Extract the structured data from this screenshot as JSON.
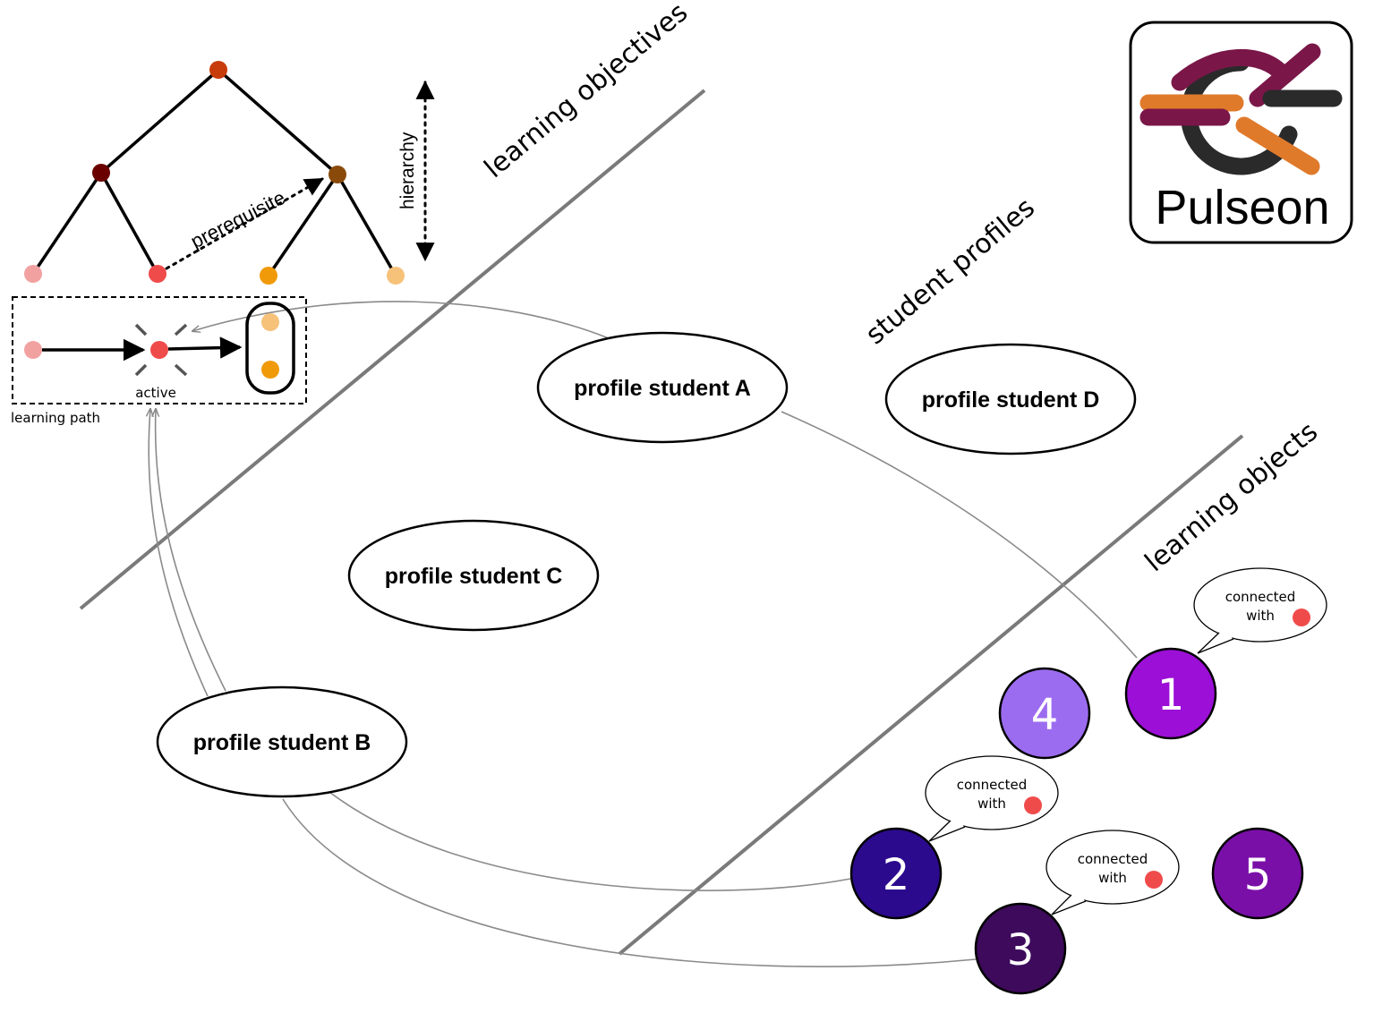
{
  "logo": {
    "text": "Pulseon",
    "colors": {
      "purple": "#7a1648",
      "orange": "#e07a2b",
      "dark": "#2a2a2a"
    }
  },
  "sections": {
    "learning_objectives": "learning objectives",
    "student_profiles": "student profiles",
    "learning_objects": "learning objects"
  },
  "hierarchy": {
    "hierarchy_label": "hierarchy",
    "prerequisite_label": "prerequisite"
  },
  "learning_path": {
    "caption": "learning path",
    "active_label": "active"
  },
  "profiles": {
    "a": "profile student A",
    "b": "profile student B",
    "c": "profile student C",
    "d": "profile student D"
  },
  "objects": [
    {
      "label": "1",
      "color": "#9b0fd6"
    },
    {
      "label": "2",
      "color": "#2c0a8e"
    },
    {
      "label": "3",
      "color": "#3d0a5c"
    },
    {
      "label": "4",
      "color": "#9c6cf0"
    },
    {
      "label": "5",
      "color": "#7a0fa8"
    }
  ],
  "bubbles": {
    "line1": "connected",
    "line2": "with"
  },
  "node_colors": {
    "root": "#c83b0a",
    "left_mid": "#6b0000",
    "right_mid": "#8a4a0a",
    "leaf_pink": "#f2a1a1",
    "leaf_red": "#f04b4b",
    "leaf_orange": "#f09a0a",
    "leaf_light_orange": "#f6c27a"
  }
}
